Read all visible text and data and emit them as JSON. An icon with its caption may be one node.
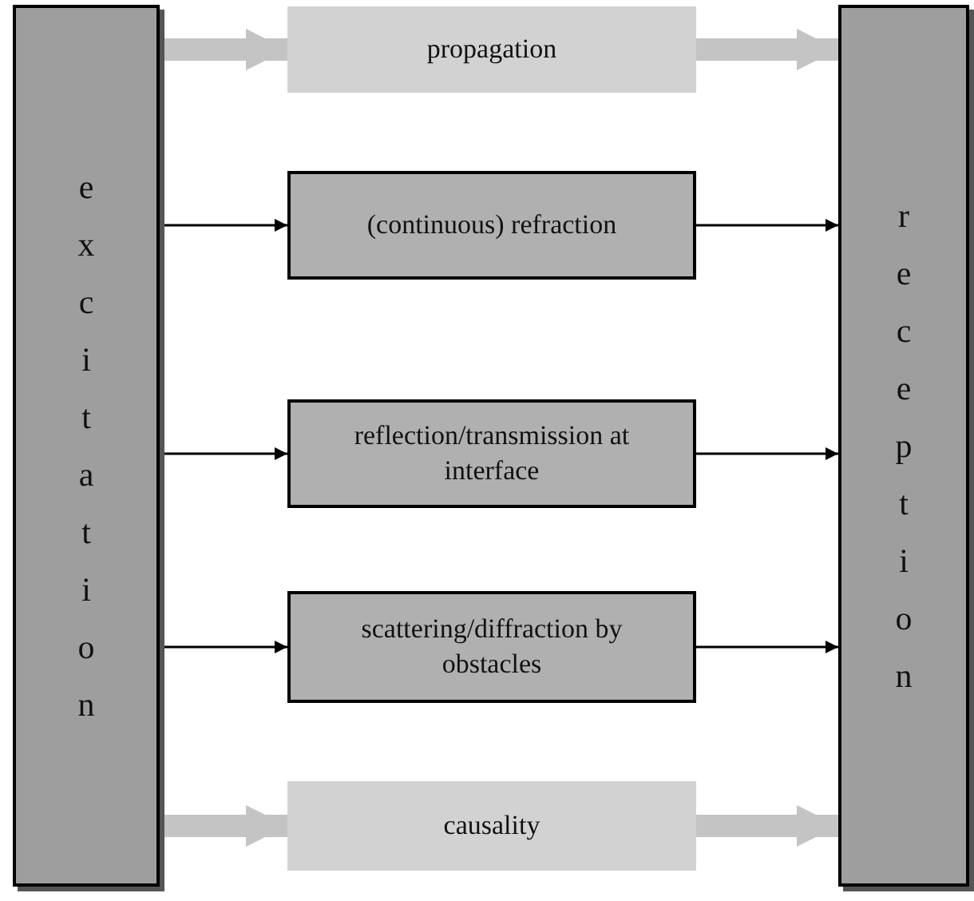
{
  "diagram": {
    "nodes": [
      {
        "text": [
          "excitation"
        ]
      },
      {
        "text": [
          "propagation"
        ]
      },
      {
        "text": [
          "(continuous) refraction"
        ]
      },
      {
        "text": [
          "reflection/transmission at interface"
        ]
      },
      {
        "text": [
          "scattering/diffraction by obstacles"
        ]
      },
      {
        "text": [
          "causality"
        ]
      },
      {
        "text": [
          "reception"
        ]
      }
    ],
    "edges": [
      {
        "from": 0,
        "to": 1,
        "arrow": "to",
        "style": "thick",
        "color": "#c4c4c4"
      },
      {
        "from": 1,
        "to": 6,
        "arrow": "to",
        "style": "thick",
        "color": "#c4c4c4"
      },
      {
        "from": 0,
        "to": 2,
        "arrow": "to"
      },
      {
        "from": 2,
        "to": 6,
        "arrow": "to"
      },
      {
        "from": 0,
        "to": 3,
        "arrow": "to"
      },
      {
        "from": 3,
        "to": 6,
        "arrow": "to"
      },
      {
        "from": 0,
        "to": 4,
        "arrow": "to"
      },
      {
        "from": 4,
        "to": 6,
        "arrow": "to"
      },
      {
        "from": 0,
        "to": 5,
        "arrow": "to",
        "style": "thick",
        "color": "#c4c4c4"
      },
      {
        "from": 5,
        "to": 6,
        "arrow": "to",
        "style": "thick",
        "color": "#c4c4c4"
      }
    ]
  }
}
